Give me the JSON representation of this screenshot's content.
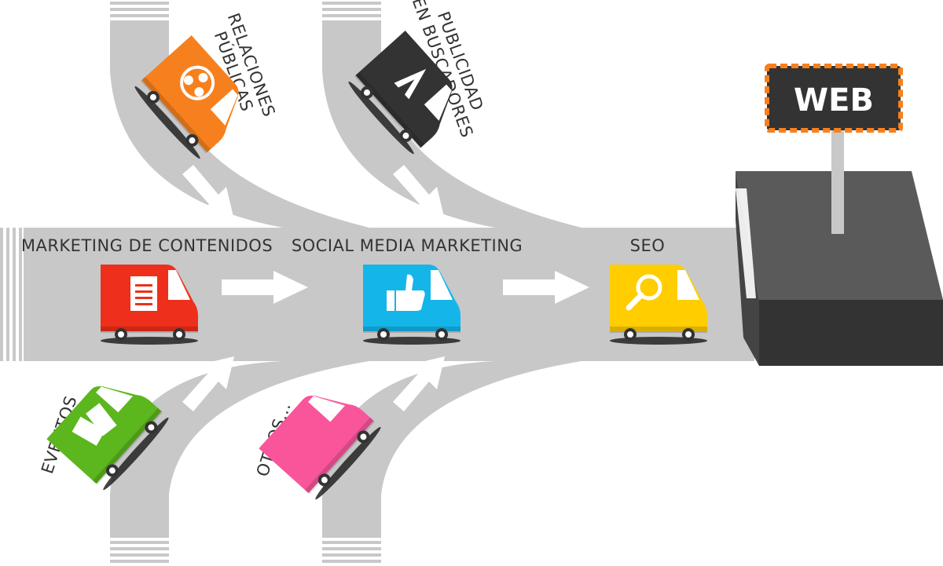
{
  "labels": {
    "marketing_contenidos": "MARKETING DE CONTENIDOS",
    "social_media": "SOCIAL MEDIA MARKETING",
    "seo": "SEO",
    "relaciones_line1": "RELACIONES",
    "relaciones_line2": "PÚBLICAS",
    "publicidad_line1": "PUBLICIDAD",
    "publicidad_line2": "EN BUSCADORES",
    "eventos": "EVENTOS",
    "otros": "OTROS..."
  },
  "sign": {
    "text": "WEB"
  },
  "vans": [
    {
      "id": "contenidos",
      "color": "#ee2f1b",
      "icon": "document-icon"
    },
    {
      "id": "social",
      "color": "#14b6ea",
      "icon": "thumbs-up-icon"
    },
    {
      "id": "seo",
      "color": "#ffcd00",
      "icon": "magnifier-icon"
    },
    {
      "id": "relaciones",
      "color": "#f7801e",
      "icon": "people-icon"
    },
    {
      "id": "publicidad",
      "color": "#333333",
      "icon": "ad-icon"
    },
    {
      "id": "eventos",
      "color": "#5cb61d",
      "icon": "tickets-icon"
    },
    {
      "id": "otros",
      "color": "#f9559a",
      "icon": "blank-icon"
    }
  ],
  "colors": {
    "road": "#c8c8c8",
    "building_top": "#5a5a5a",
    "building_front": "#333333",
    "sign_border": "#f7801e",
    "sign_bg": "#333333"
  }
}
